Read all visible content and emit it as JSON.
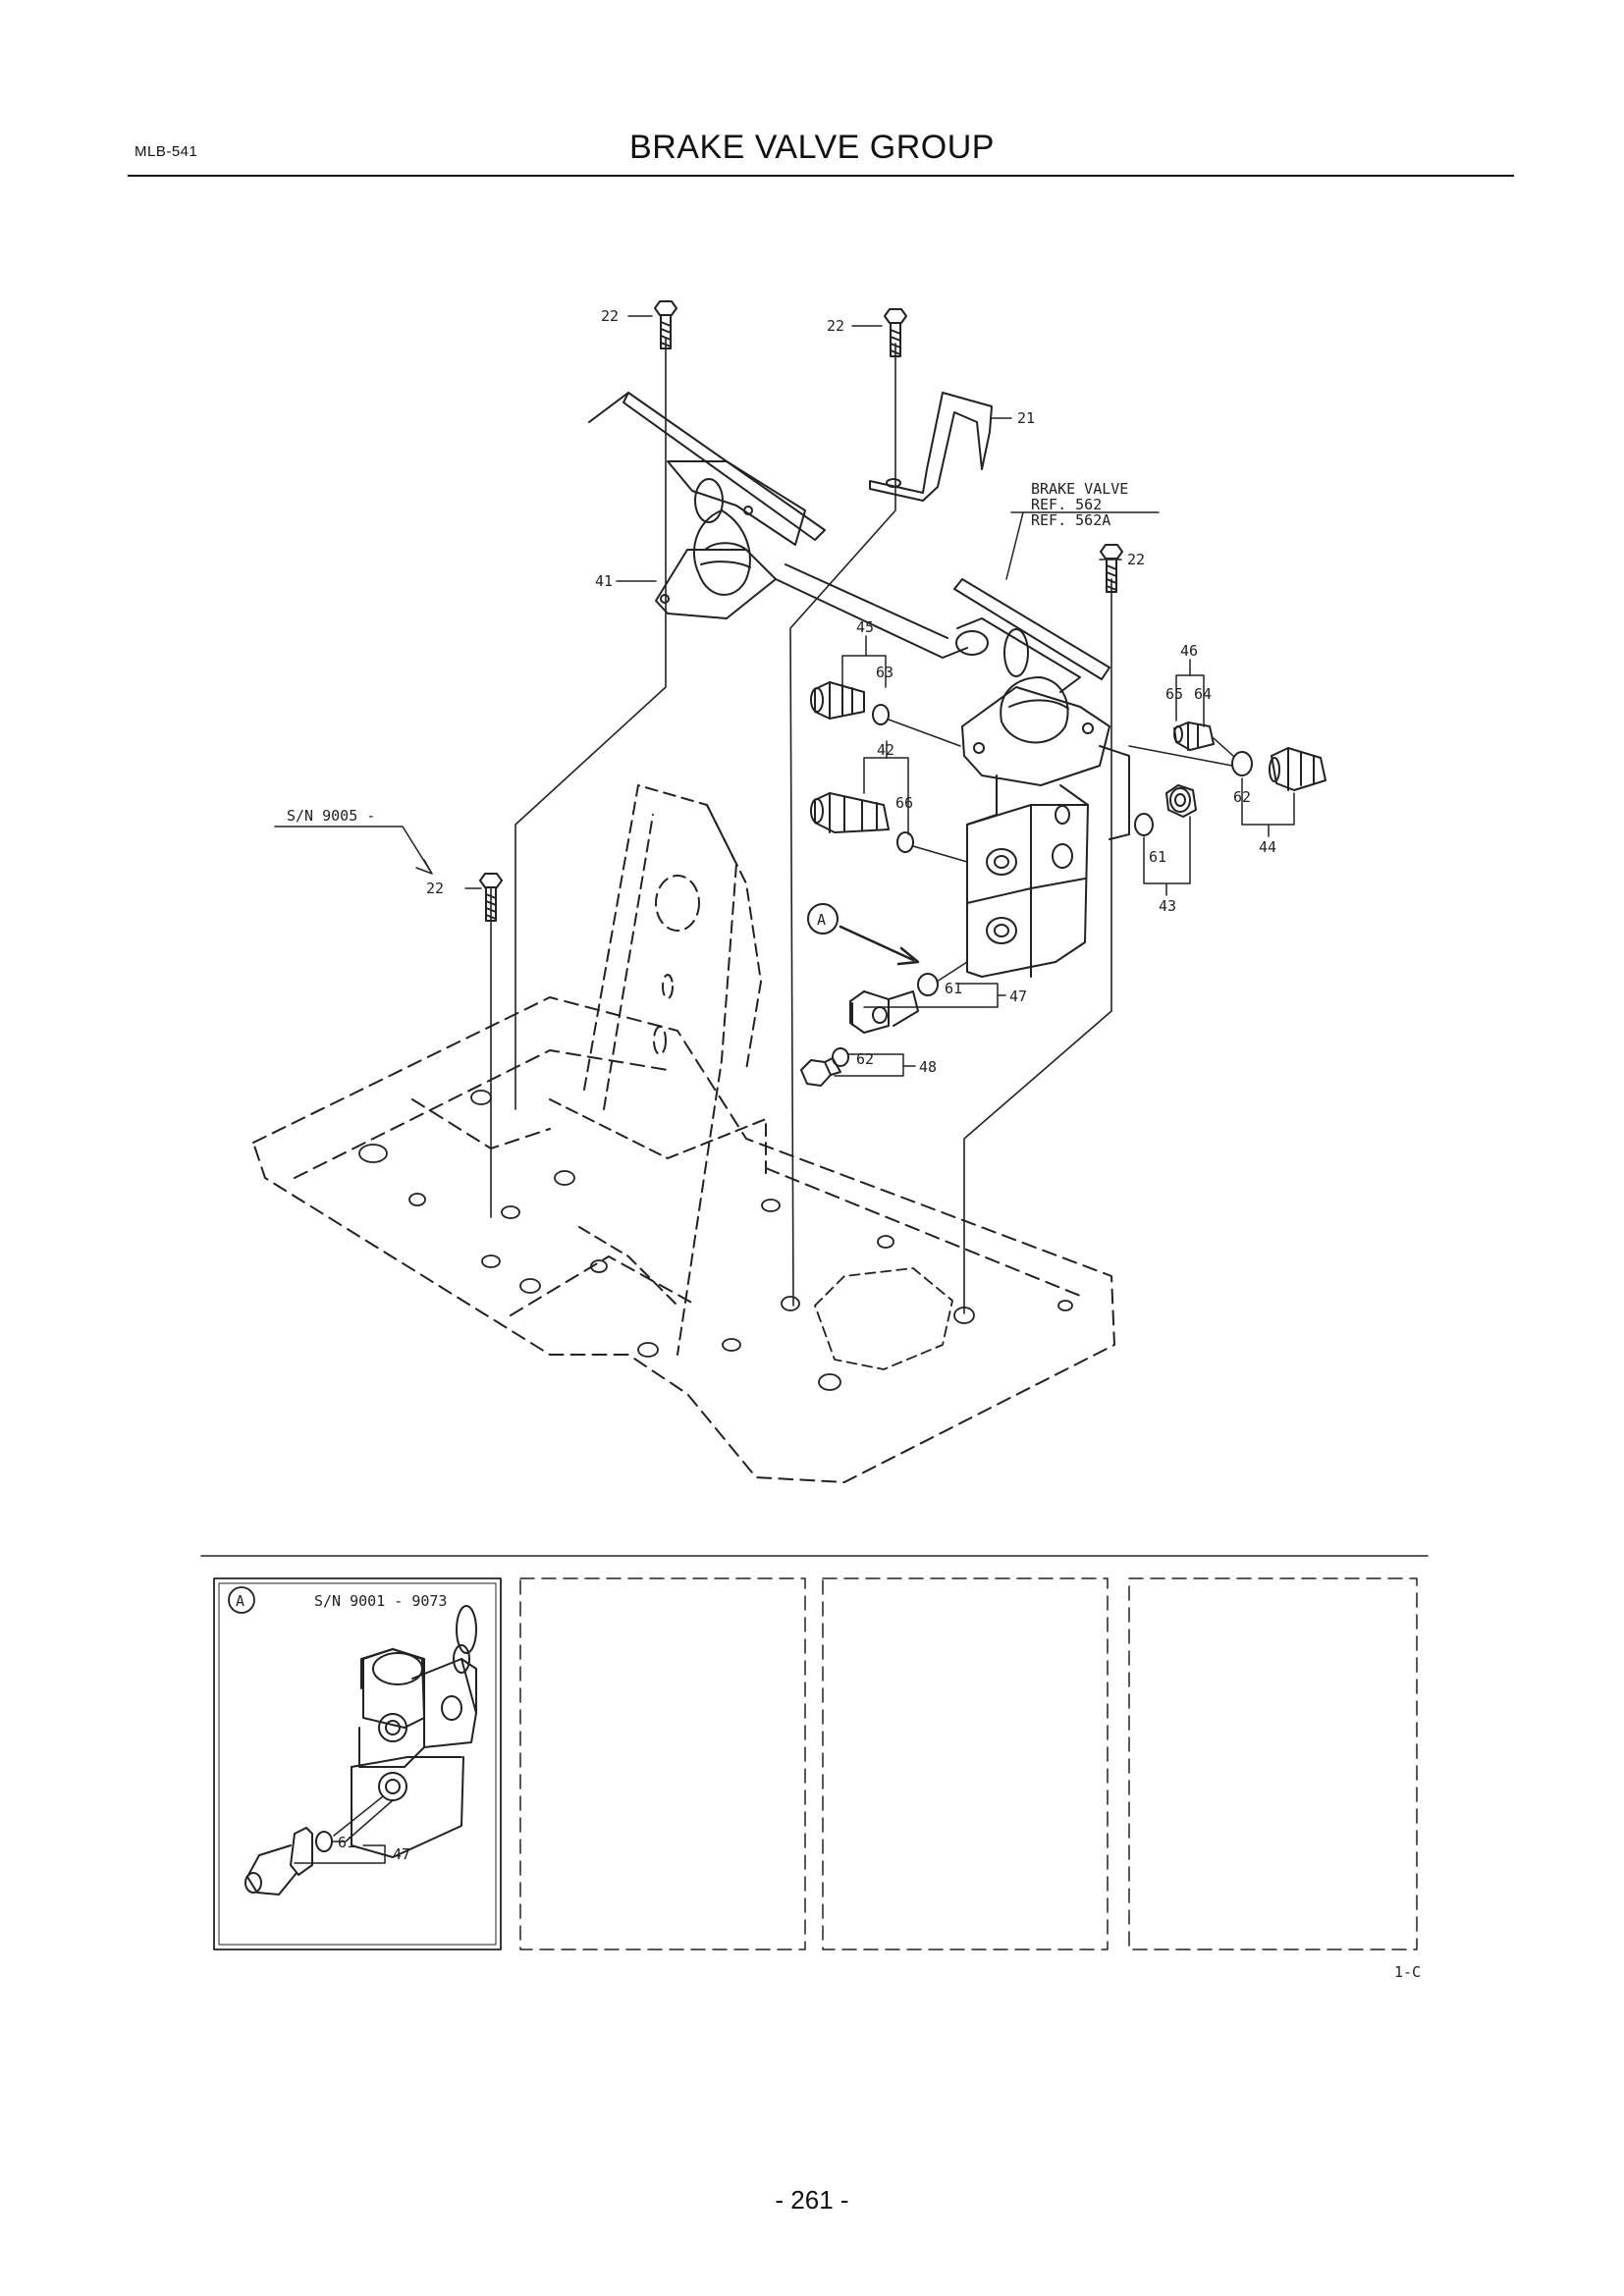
{
  "header": {
    "doc_code": "MLB-541",
    "title": "BRAKE VALVE GROUP"
  },
  "callouts": {
    "bolt_22_a": "22",
    "bolt_22_b": "22",
    "bolt_22_c": "22",
    "bolt_22_d": "22",
    "bracket_21": "21",
    "pedal_41": "41",
    "valve_note_1": "BRAKE VALVE",
    "valve_note_2": "REF. 562",
    "valve_note_3": "REF. 562A",
    "fitting_45": "45",
    "oring_63": "63",
    "fitting_42": "42",
    "oring_66": "66",
    "fitting_46": "46",
    "oring_65": "65",
    "oring_64": "64",
    "oring_62_a": "62",
    "fitting_44": "44",
    "oring_61_a": "61",
    "fitting_43": "43",
    "view_a": "A",
    "oring_61_b": "61",
    "fitting_47": "47",
    "oring_62_b": "62",
    "plug_48": "48",
    "serial_note": "S/N 9005 -"
  },
  "inset": {
    "view_label": "A",
    "serial": "S/N 9001 - 9073",
    "oring_61": "61",
    "fitting_47": "47"
  },
  "figure_code": "1-C",
  "page_number": "- 261 -"
}
